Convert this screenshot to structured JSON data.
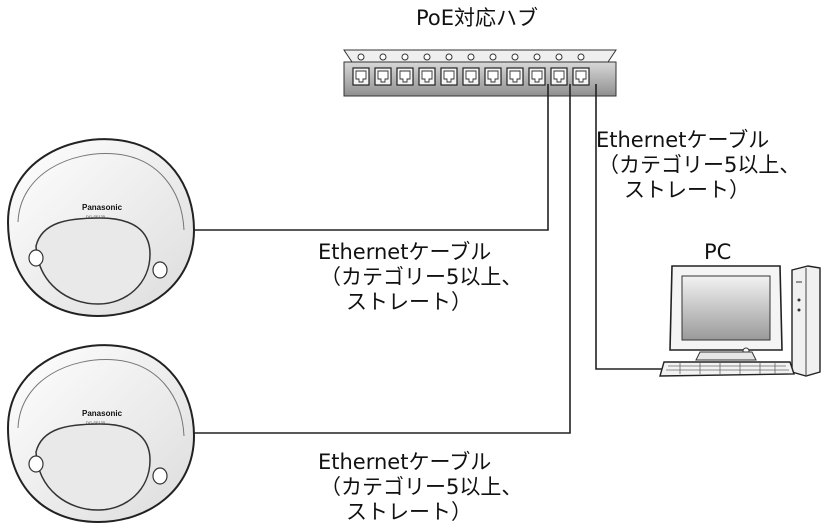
{
  "hub": {
    "label": "PoE対応ハブ",
    "port_count": 11
  },
  "pc": {
    "label": "PC"
  },
  "cameras": [
    {
      "brand": "Panasonic",
      "model": "DG-SF135"
    },
    {
      "brand": "Panasonic",
      "model": "DG-SF135"
    }
  ],
  "cables": [
    {
      "line1": "Ethernetケーブル",
      "line2": "（カテゴリー5以上、",
      "line3": "ストレート）"
    },
    {
      "line1": "Ethernetケーブル",
      "line2": "（カテゴリー5以上、",
      "line3": "ストレート）"
    },
    {
      "line1": "Ethernetケーブル",
      "line2": "（カテゴリー5以上、",
      "line3": "ストレート）"
    }
  ]
}
